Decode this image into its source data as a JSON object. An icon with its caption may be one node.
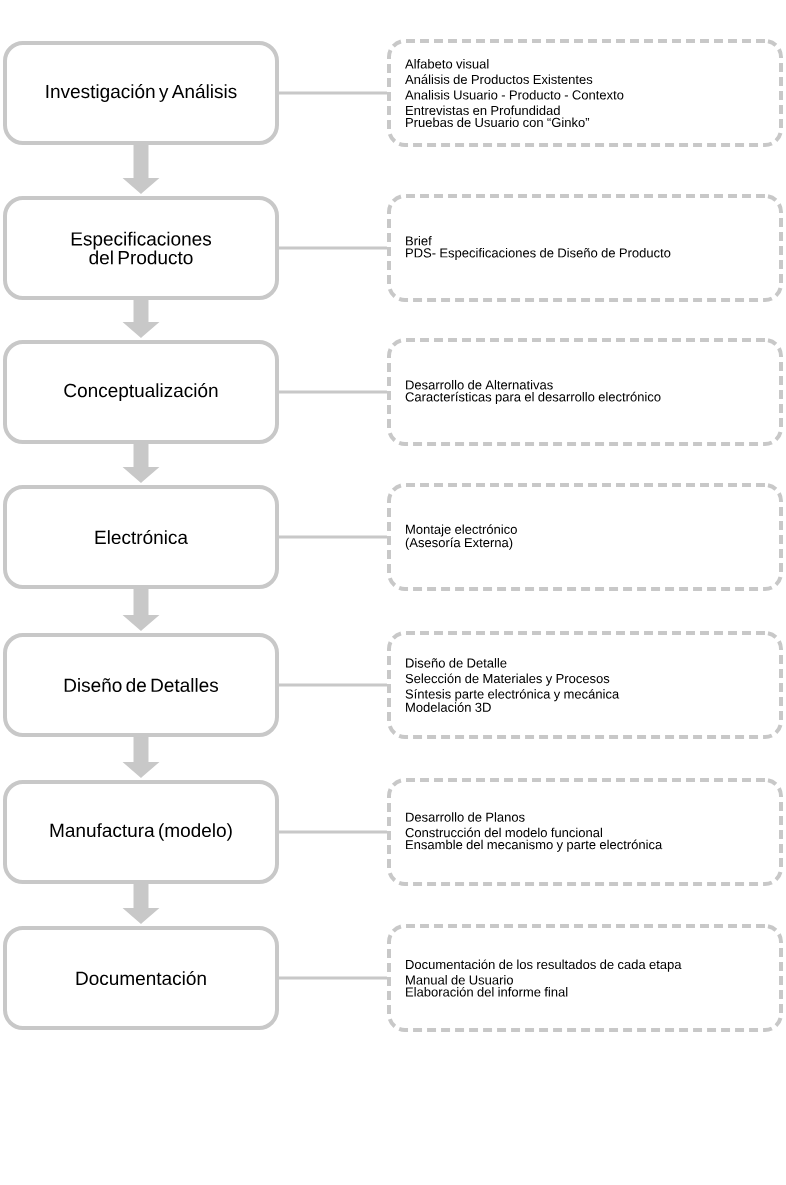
{
  "diagram": {
    "nodes": [
      {
        "text": [
          "Investigación y Análisis"
        ]
      },
      {
        "text": [
          "Especificaciones del Producto"
        ]
      },
      {
        "text": [
          "Conceptualización"
        ]
      },
      {
        "text": [
          "Electrónica"
        ]
      },
      {
        "text": [
          "Diseño de Detalles"
        ]
      },
      {
        "text": [
          "Manufactura (modelo)"
        ]
      },
      {
        "text": [
          "Documentación"
        ]
      },
      {
        "text": [
          "Alfabeto visual",
          "Análisis de Productos Existentes",
          "Analisis Usuario - Producto - Contexto",
          "Entrevistas en Profundidad",
          "Pruebas de Usuario con “Ginko”"
        ]
      },
      {
        "text": [
          "Brief",
          "PDS- Especificaciones de Diseño de Producto"
        ]
      },
      {
        "text": [
          "Desarrollo de Alternativas",
          "Características para el desarrollo electrónico"
        ]
      },
      {
        "text": [
          "Montaje electrónico",
          "(Asesoría Externa)"
        ]
      },
      {
        "text": [
          "Diseño de Detalle",
          "Selección de Materiales y Procesos",
          "Síntesis parte electrónica y mecánica",
          "Modelación 3D"
        ]
      },
      {
        "text": [
          "Desarrollo de Planos",
          "Construcción del modelo funcional",
          "Ensamble del mecanismo y parte electrónica"
        ]
      },
      {
        "text": [
          "Documentación de los resultados de cada etapa",
          "Manual de Usuario",
          "Elaboración del informe final"
        ]
      }
    ],
    "edges": [
      {
        "from": 0,
        "to": 1,
        "arrow": "to",
        "style": "thick"
      },
      {
        "from": 1,
        "to": 2,
        "arrow": "to",
        "style": "thick"
      },
      {
        "from": 2,
        "to": 3,
        "arrow": "to",
        "style": "thick"
      },
      {
        "from": 3,
        "to": 4,
        "arrow": "to",
        "style": "thick"
      },
      {
        "from": 4,
        "to": 5,
        "arrow": "to",
        "style": "thick"
      },
      {
        "from": 5,
        "to": 6,
        "arrow": "to",
        "style": "thick"
      },
      {
        "from": 0,
        "to": 7,
        "arrow": "none"
      },
      {
        "from": 1,
        "to": 8,
        "arrow": "none"
      },
      {
        "from": 2,
        "to": 9,
        "arrow": "none"
      },
      {
        "from": 3,
        "to": 10,
        "arrow": "none"
      },
      {
        "from": 4,
        "to": 11,
        "arrow": "none"
      },
      {
        "from": 5,
        "to": 12,
        "arrow": "none"
      },
      {
        "from": 6,
        "to": 13,
        "arrow": "none"
      }
    ]
  }
}
